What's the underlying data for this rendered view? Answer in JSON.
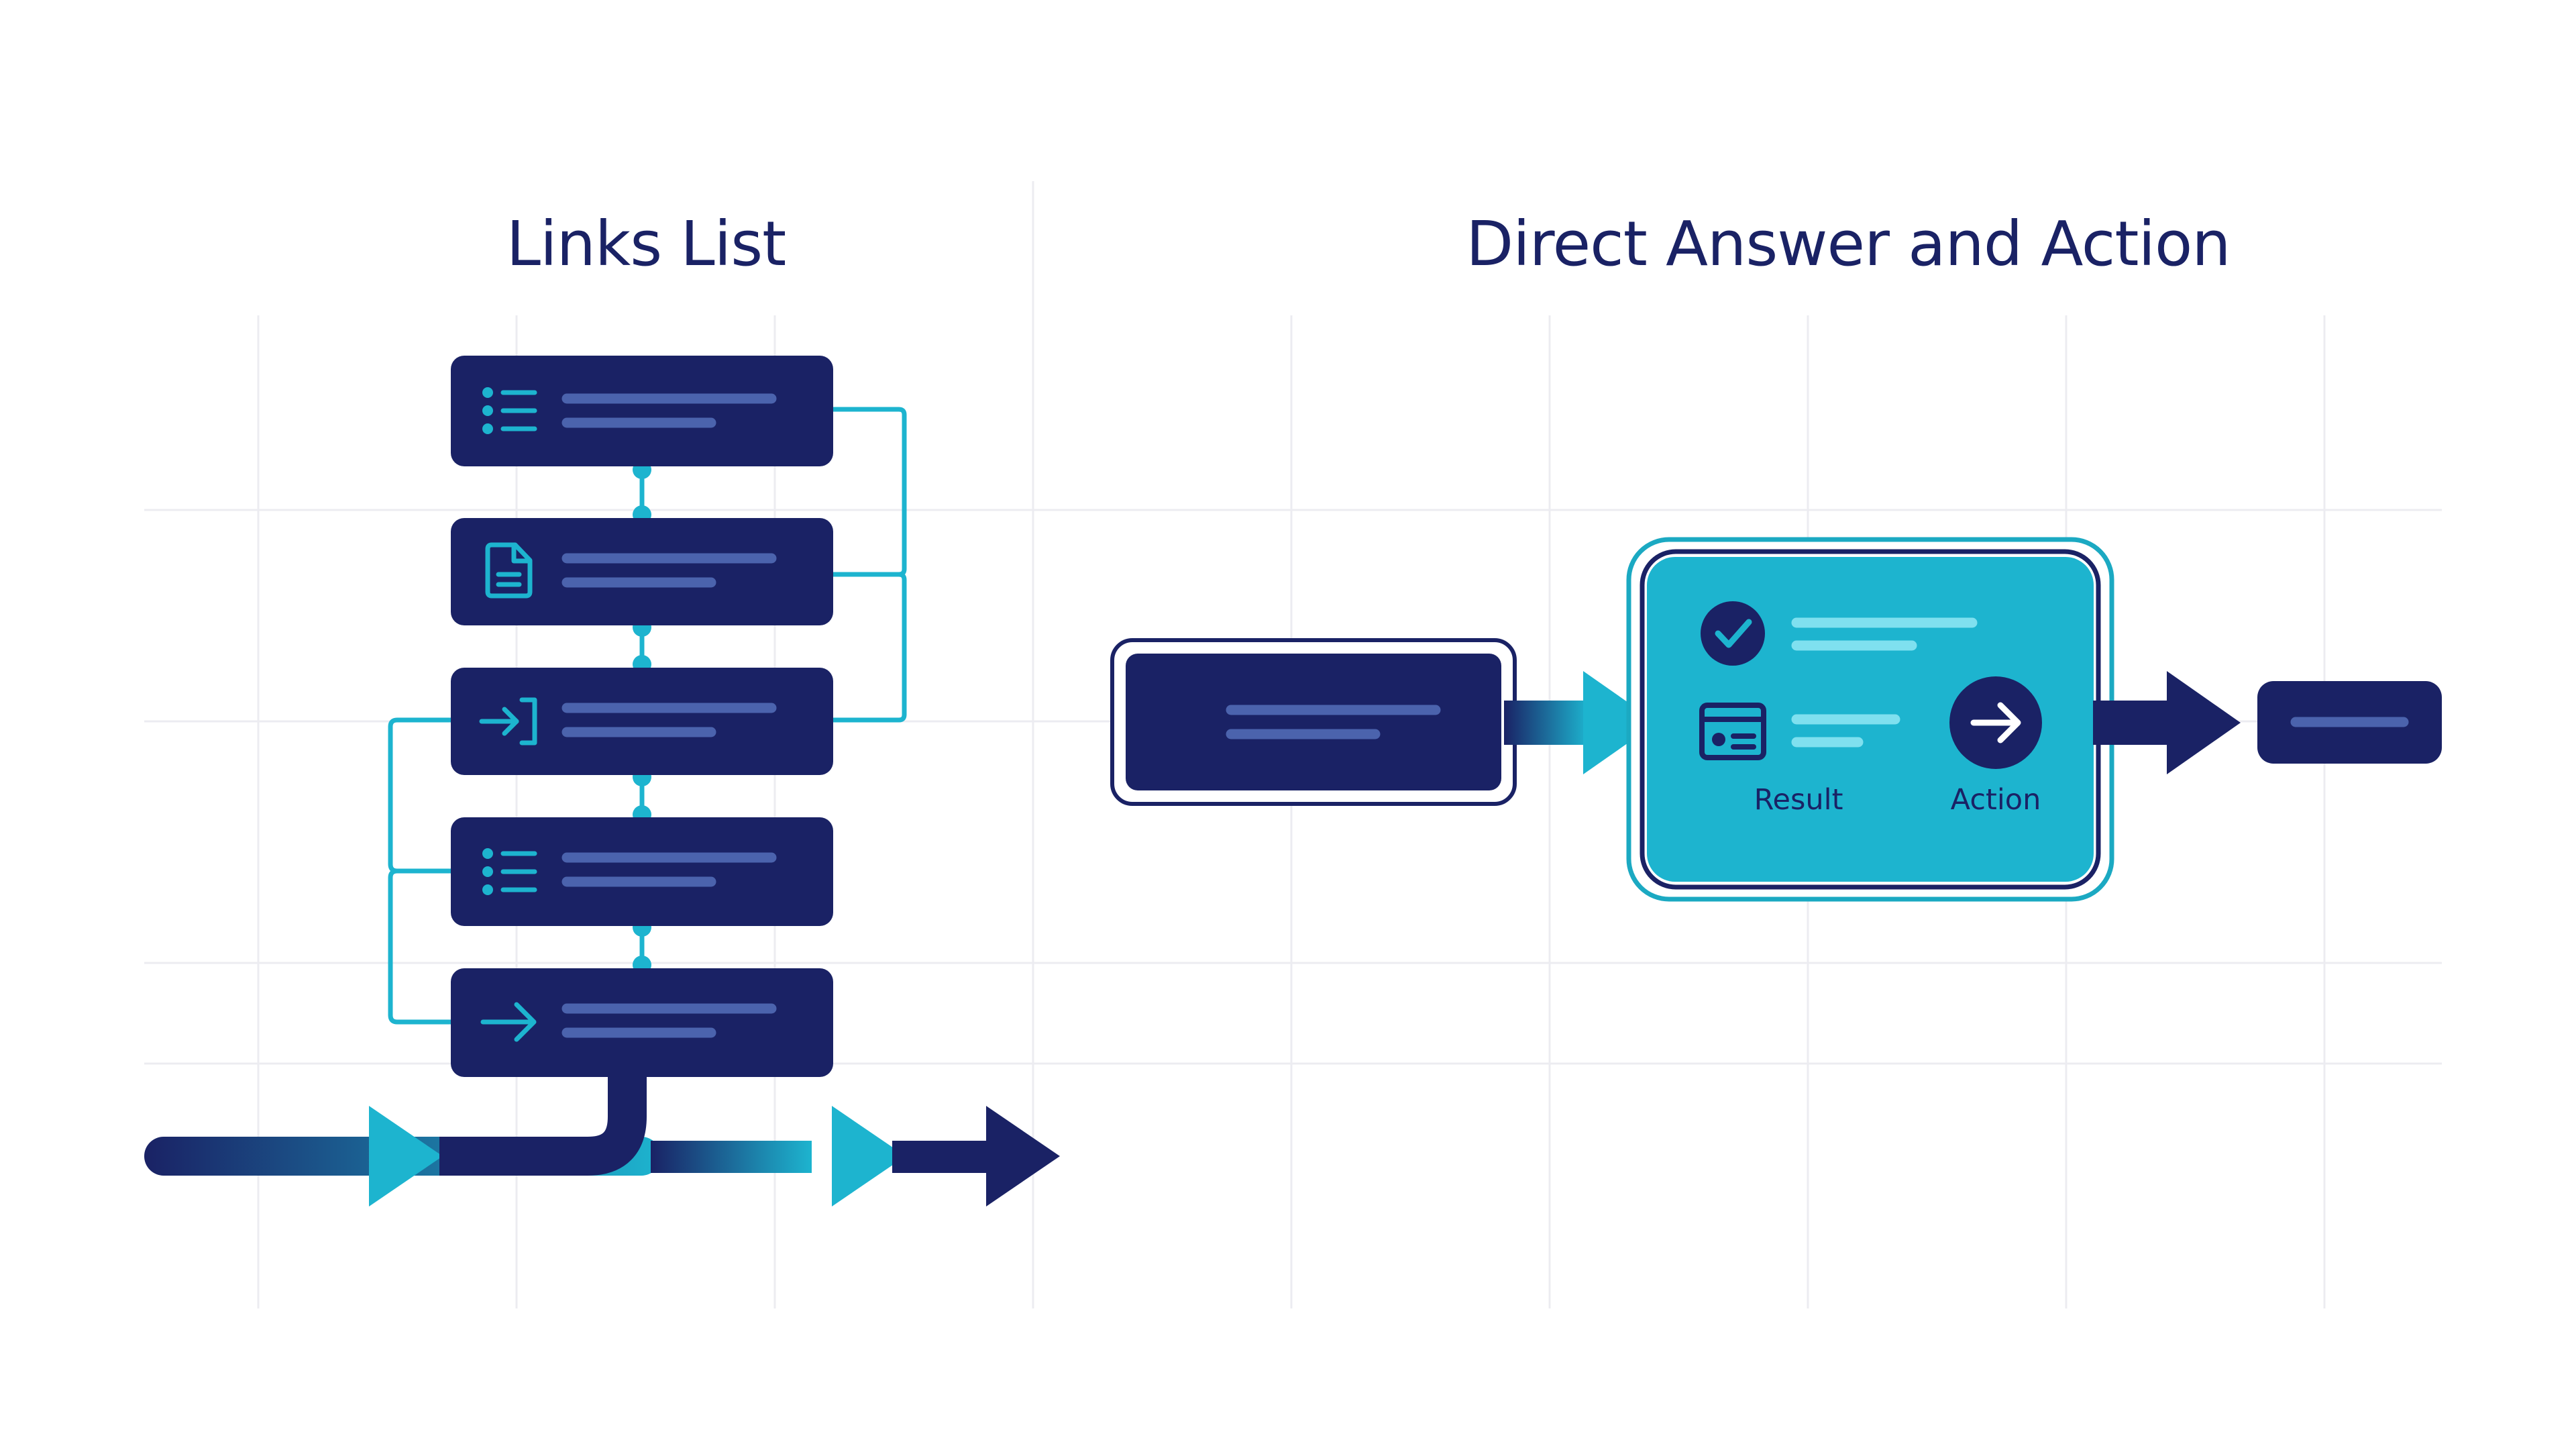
{
  "headings": {
    "left": "Links List",
    "right": "Direct Answer and Action"
  },
  "labels": {
    "result": "Result",
    "action": "Action"
  },
  "links_list": {
    "items": [
      {
        "icon": "list-icon"
      },
      {
        "icon": "document-icon"
      },
      {
        "icon": "login-icon"
      },
      {
        "icon": "list-icon"
      },
      {
        "icon": "arrow-right-icon"
      }
    ]
  },
  "answer_card": {
    "rows": [
      {
        "icon": "check-circle-icon"
      },
      {
        "icon": "id-card-icon"
      }
    ]
  },
  "colors": {
    "navy": "#1a2265",
    "teal": "#1db4cf",
    "teal_dark": "#1ba9c2",
    "line_light": "#4b63ad",
    "grid": "#ececf1"
  }
}
